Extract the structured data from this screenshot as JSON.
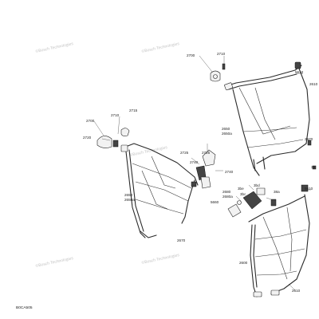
{
  "watermark": "©Bosch Technologies",
  "drawing_code": "B0CA505",
  "labels": [
    "2700",
    "2710",
    "5610",
    "2610",
    "2650",
    "2650a",
    "2700",
    "2710",
    "2715",
    "2720",
    "2725",
    "2740",
    "2650",
    "2650a",
    "2670",
    "2670",
    "2725",
    "2740",
    "2680",
    "2680a",
    "5660",
    "3be",
    "3bc",
    "3bd",
    "38a",
    "5610",
    "2600",
    "2610",
    "3a"
  ]
}
